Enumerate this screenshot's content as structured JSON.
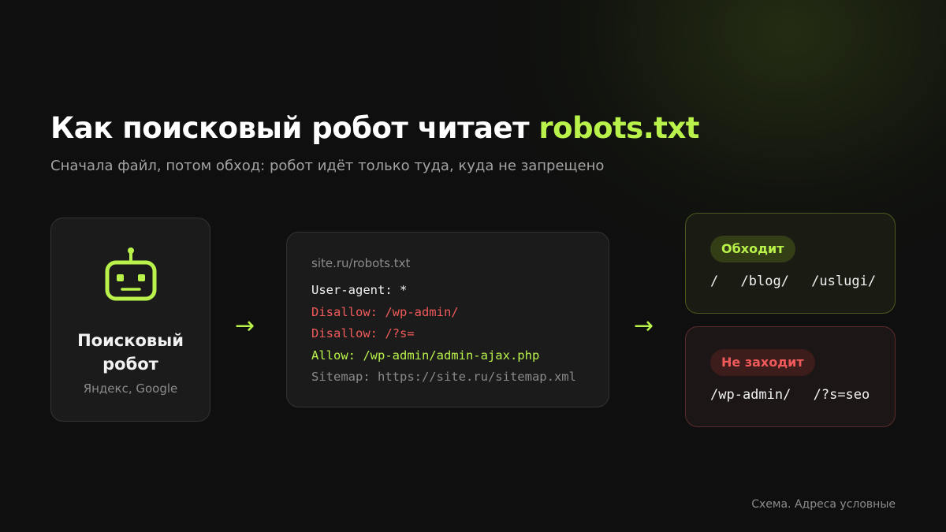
{
  "header": {
    "title_main": "Как поисковый робот читает",
    "title_accent": "robots.txt",
    "subtitle": "Сначала файл, потом обход: робот идёт только туда, куда не запрещено"
  },
  "robot": {
    "icon": "robot-icon",
    "title": "Поисковый робот",
    "subtitle": "Яндекс, Google"
  },
  "arrows": {
    "symbol": "→"
  },
  "file": {
    "name": "site.ru/robots.txt",
    "lines": [
      {
        "text": "User-agent: *",
        "kind": "directive"
      },
      {
        "text": "Disallow: /wp-admin/",
        "kind": "disallow"
      },
      {
        "text": "Disallow: /?s=",
        "kind": "disallow"
      },
      {
        "text": "Allow: /wp-admin/admin-ajax.php",
        "kind": "allow"
      },
      {
        "text": "Sitemap: https://site.ru/sitemap.xml",
        "kind": "sitemap"
      }
    ]
  },
  "results": {
    "allowed": {
      "label": "Обходит",
      "paths": [
        "/",
        "/blog/",
        "/uslugi/"
      ]
    },
    "denied": {
      "label": "Не заходит",
      "paths": [
        "/wp-admin/",
        "/?s=seo"
      ]
    }
  },
  "footnote": "Схема. Адреса условные",
  "colors": {
    "accent": "#b9f24a",
    "deny": "#f05a5a",
    "background": "#0f0f0f",
    "card": "#1b1b1b"
  }
}
